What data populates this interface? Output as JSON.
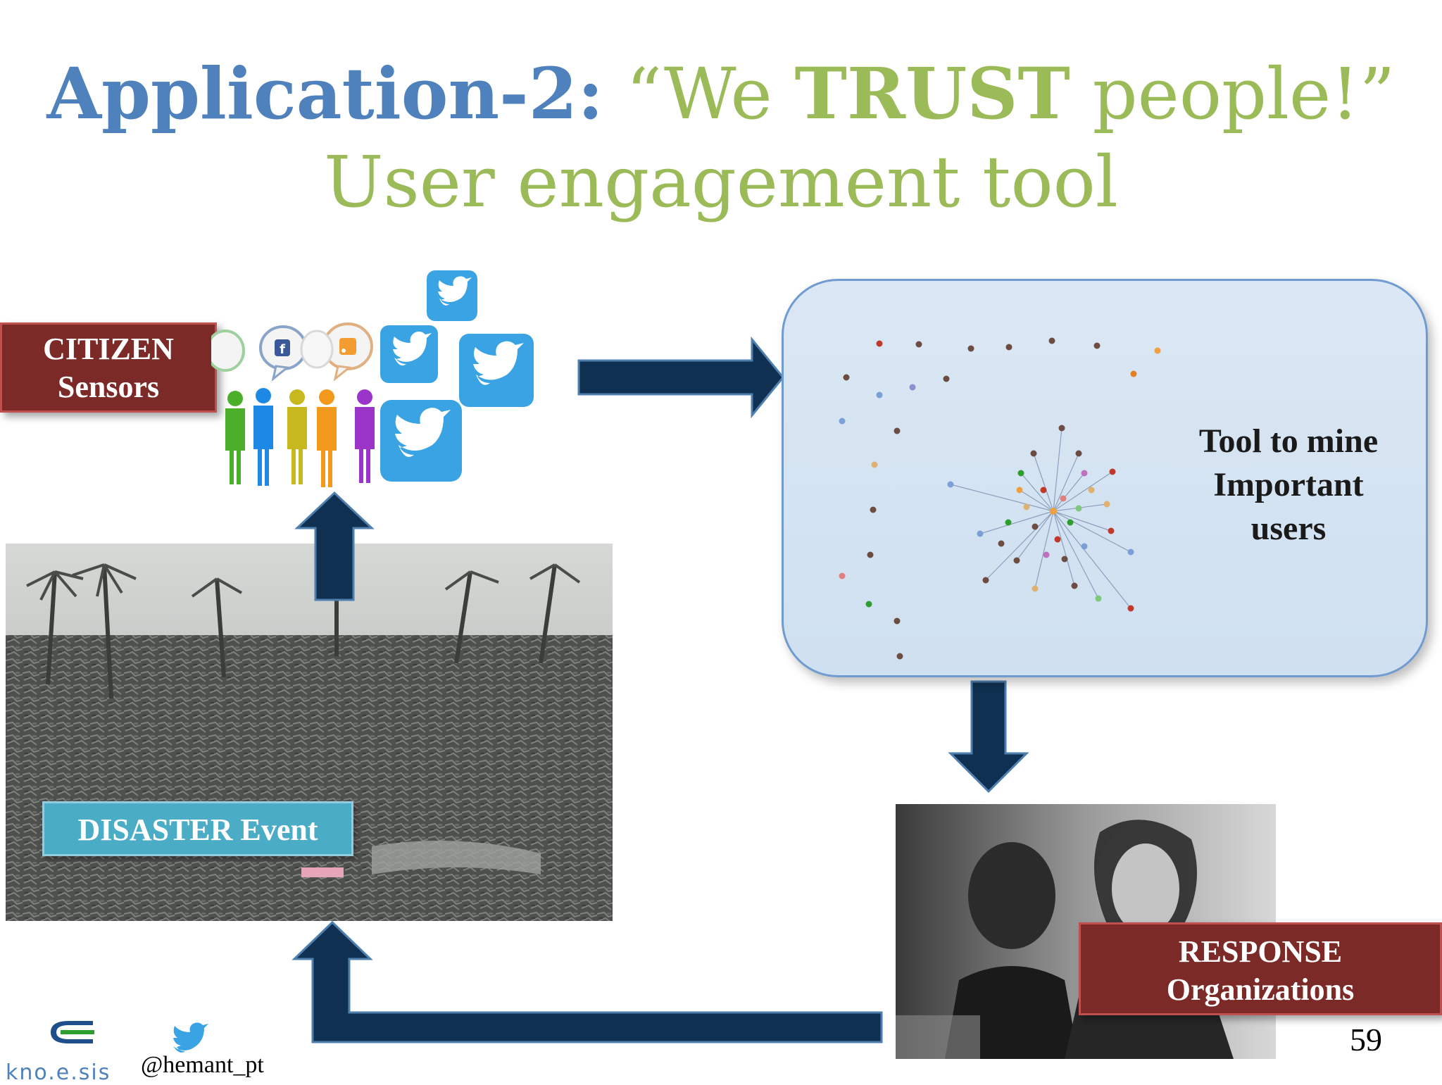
{
  "title": {
    "prefix": "Application-2:",
    "quote_open": "“We",
    "trust": "TRUST",
    "quote_close": "people!”",
    "subtitle": "User engagement tool"
  },
  "citizen_box": {
    "line1": "CITIZEN",
    "line2": "Sensors"
  },
  "disaster_label": "DISASTER Event",
  "tool_box": {
    "line1": "Tool to mine",
    "line2": "Important",
    "line3": "users"
  },
  "response_box": {
    "line1": "RESPONSE",
    "line2": "Organizations"
  },
  "slide_number": "59",
  "footer": {
    "org": "kno.e.sis",
    "handle": "@hemant_pt"
  },
  "colors": {
    "title_blue": "#4f81bd",
    "title_green": "#9bbb59",
    "box_maroon": "#7b2a27",
    "arrow_navy": "#0f3050",
    "twitter_blue": "#3aa3e3",
    "label_teal": "#4bacc6",
    "panel_bg": "#d5e4f3"
  },
  "icons": [
    "twitter-icon",
    "facebook-icon",
    "rss-icon",
    "people-icon",
    "arrow-right-icon",
    "arrow-down-icon",
    "arrow-up-icon",
    "arrow-back-icon",
    "knoesis-logo"
  ]
}
